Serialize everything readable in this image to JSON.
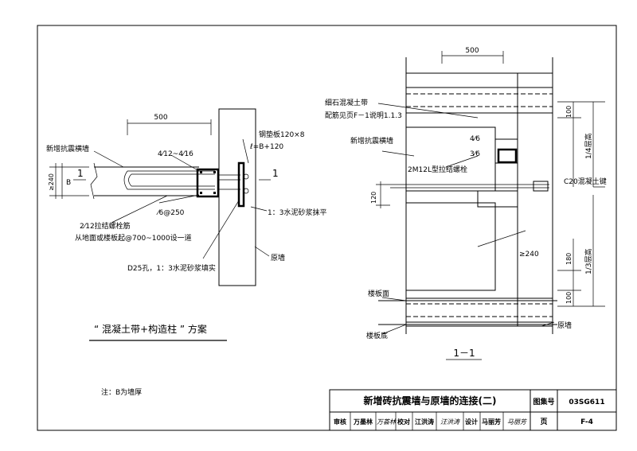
{
  "left_detail": {
    "dim_500": "500",
    "new_wall_label": "新增抗震横墙",
    "rebar_top": "4⁄12~4⁄16",
    "plate_label": "钢垫板120×8",
    "plate_len": "ℓ=B+120",
    "section_mark_left": "1",
    "section_mark_right": "1",
    "dim_240": "≥240",
    "dim_B": "B",
    "stirrup": "⁄6@250",
    "mortar_plaster": "1：3水泥砂浆抹平",
    "bolt_label": "2⁄12拉结螺栓筋",
    "bolt_spacing": "从地面或楼板起@700~1000设一道",
    "hole_label": "D25孔，1：3水泥砂浆填实",
    "orig_wall": "原墙",
    "scheme_title": "“ 混凝土带+构造柱 ” 方案"
  },
  "right_detail": {
    "dim_500": "500",
    "fine_concrete_band": "细石混凝土带",
    "reinforcement_note": "配筋见页F－1说明1.1.3",
    "new_wall_label": "新增抗震横墙",
    "rebar_4": "4⁄6",
    "rebar_3": "3⁄6",
    "bolt_label": "2M12L型拉结螺栓",
    "dim_120": "120",
    "dim_100_top": "100",
    "quarter_height": "1/4层高",
    "c20_key": "C20混凝土键",
    "dim_240": "≥240",
    "dim_180": "180",
    "third_height": "1/3层高",
    "dim_100_bottom": "100",
    "floor_top": "楼板面",
    "floor_bottom": "楼板底",
    "orig_wall": "原墙",
    "section_title": "1－1"
  },
  "note": "注：B为墙厚",
  "title_block": {
    "title": "新增砖抗震墙与原墙的连接(二)",
    "atlas_label": "图集号",
    "atlas_no": "03SG611",
    "review": "审核",
    "review_name": "万墨林",
    "check": "校对",
    "check_name": "江洪涛",
    "design": "设计",
    "design_name": "马丽芳",
    "page_label": "页",
    "page_no": "F-4"
  }
}
